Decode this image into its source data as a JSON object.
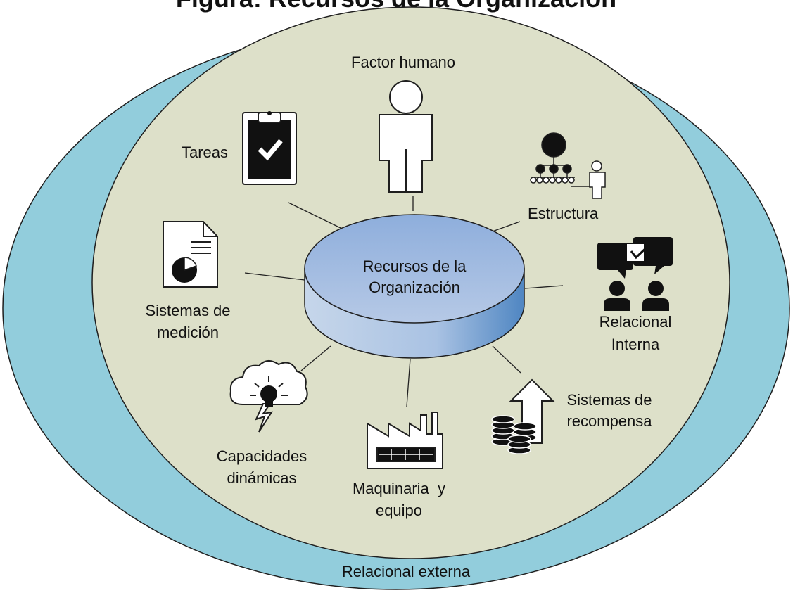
{
  "title": "Figura: Recursos de la Organización",
  "outer_ring_label": "Relacional externa",
  "center": {
    "line1": "Recursos de la",
    "line2": "Organización"
  },
  "nodes": {
    "factor_humano": "Factor humano",
    "tareas": "Tareas",
    "estructura": "Estructura",
    "sistemas_medicion": {
      "line1": "Sistemas de",
      "line2": "medición"
    },
    "relacional_interna": {
      "line1": "Relacional",
      "line2": "Interna"
    },
    "capacidades_dinamicas": {
      "line1": "Capacidades",
      "line2": "dinámicas"
    },
    "maquinaria_equipo": {
      "line1": "Maquinaria  y",
      "line2": "equipo"
    },
    "sistemas_recompensa": {
      "line1": "Sistemas de",
      "line2": "recompensa"
    }
  },
  "colors": {
    "outer_ring": "#92cddc",
    "inner_area": "#dde0c9",
    "disc_top": "#9ab6dc",
    "disc_side": "#5a8cc4",
    "stroke": "#1f1f1f"
  },
  "icons": [
    "person-icon",
    "clipboard-check-icon",
    "org-chart-icon",
    "report-pie-icon",
    "chat-team-icon",
    "lightbulb-brain-icon",
    "factory-icon",
    "coins-arrow-icon"
  ]
}
